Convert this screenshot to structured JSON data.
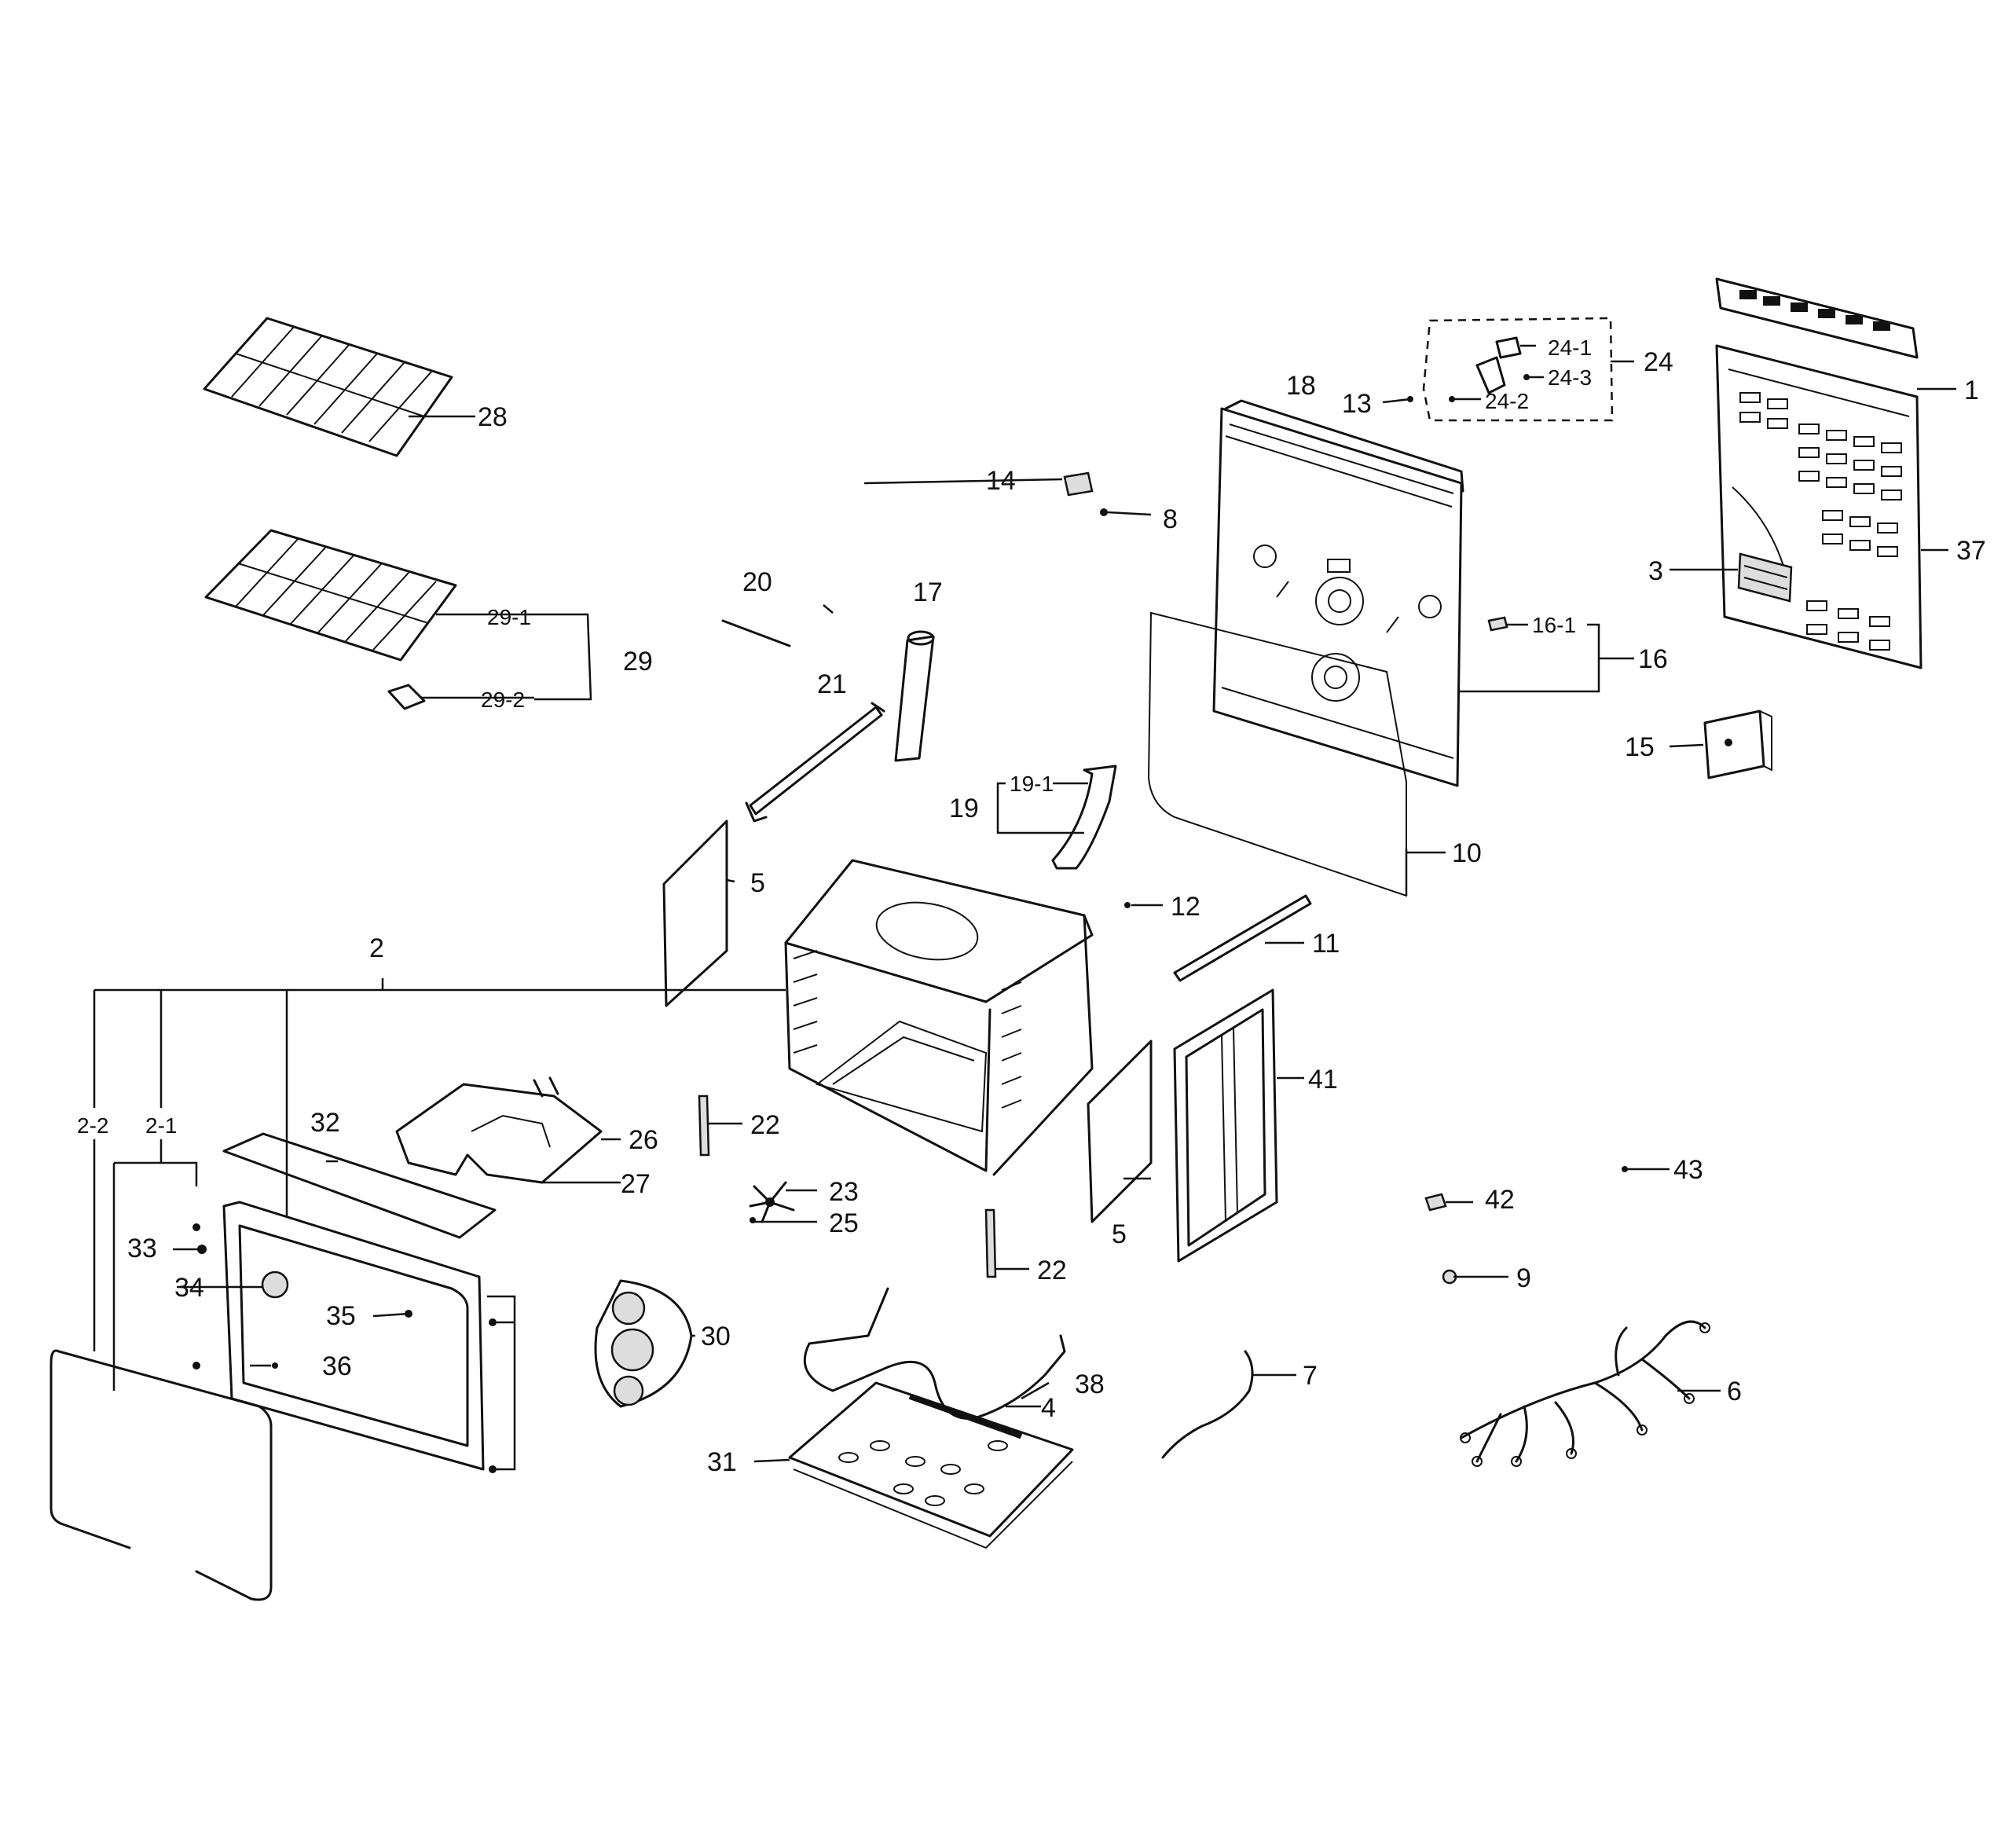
{
  "diagram": {
    "type": "exploded-parts-diagram",
    "labels": {
      "p1": "1",
      "p2": "2",
      "p2_1": "2-1",
      "p2_2": "2-2",
      "p3": "3",
      "p4": "4",
      "p5a": "5",
      "p5b": "5",
      "p6": "6",
      "p7": "7",
      "p8": "8",
      "p9": "9",
      "p10": "10",
      "p11": "11",
      "p12": "12",
      "p13": "13",
      "p14": "14",
      "p15": "15",
      "p16": "16",
      "p16_1": "16-1",
      "p17": "17",
      "p18": "18",
      "p19": "19",
      "p19_1": "19-1",
      "p20": "20",
      "p21": "21",
      "p22a": "22",
      "p22b": "22",
      "p23": "23",
      "p24": "24",
      "p24_1": "24-1",
      "p24_2": "24-2",
      "p24_3": "24-3",
      "p25": "25",
      "p26": "26",
      "p27": "27",
      "p28": "28",
      "p29": "29",
      "p29_1": "29-1",
      "p29_2": "29-2",
      "p30": "30",
      "p31": "31",
      "p32": "32",
      "p33": "33",
      "p34": "34",
      "p35": "35",
      "p36": "36",
      "p37": "37",
      "p38": "38",
      "p41": "41",
      "p42": "42",
      "p43": "43"
    }
  }
}
